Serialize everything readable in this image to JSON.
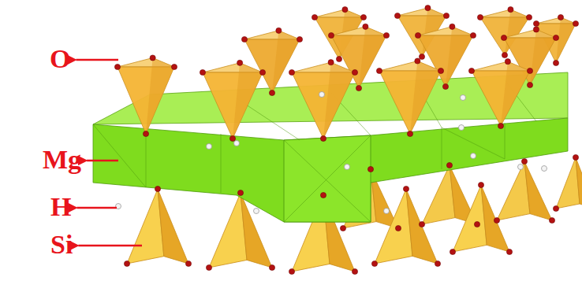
{
  "diagram": {
    "labels": [
      "O",
      "Mg",
      "H",
      "Si"
    ]
  }
}
